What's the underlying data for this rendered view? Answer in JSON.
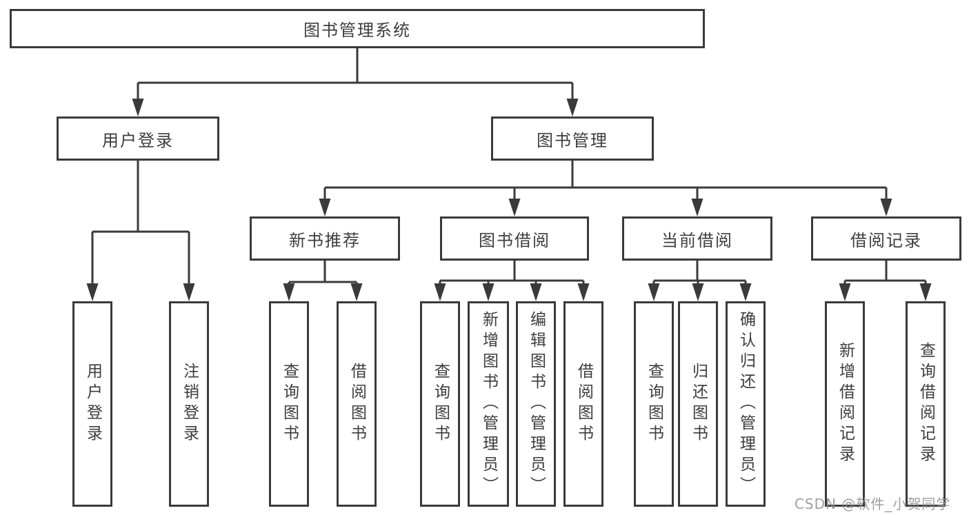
{
  "tree": {
    "label": "图书管理系统",
    "children": [
      {
        "label": "用户登录",
        "children": [
          {
            "label": "用户登录"
          },
          {
            "label": "注销登录"
          }
        ]
      },
      {
        "label": "图书管理",
        "children": [
          {
            "label": "新书推荐",
            "children": [
              {
                "label": "查询图书"
              },
              {
                "label": "借阅图书"
              }
            ]
          },
          {
            "label": "图书借阅",
            "children": [
              {
                "label": "查询图书"
              },
              {
                "label": "新增图书（管理员）"
              },
              {
                "label": "编辑图书（管理员）"
              },
              {
                "label": "借阅图书"
              }
            ]
          },
          {
            "label": "当前借阅",
            "children": [
              {
                "label": "查询图书"
              },
              {
                "label": "归还图书"
              },
              {
                "label": "确认归还（管理员）"
              }
            ]
          },
          {
            "label": "借阅记录",
            "children": [
              {
                "label": "新增借阅记录"
              },
              {
                "label": "查询借阅记录"
              }
            ]
          }
        ]
      }
    ]
  },
  "watermark": "CSDN @软件_小贺同学",
  "colors": {
    "line": "#3a3a3a",
    "text": "#3d3d3d",
    "watermark": "#919191",
    "background": "#ffffff"
  }
}
